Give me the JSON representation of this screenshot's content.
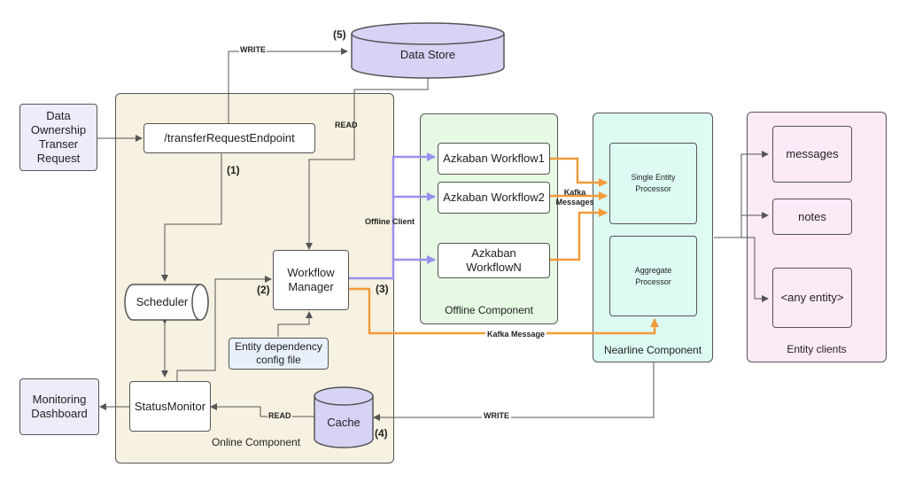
{
  "colors": {
    "online_bg": "#f6f1e0",
    "offline_bg": "#e6f9e3",
    "nearline_bg": "#ddfaf3",
    "entity_bg": "#fdeaf7",
    "input_bg": "#ececfb",
    "store_bg": "#d6d3f5",
    "file_bg": "#e8f0fb",
    "orange": "#f39a3b",
    "purple": "#9a8ff0",
    "line": "#555555"
  },
  "nodes": {
    "data_store": "Data Store",
    "request": "Data\nOwnership\nTranser\nRequest",
    "endpoint": "/transferRequestEndpoint",
    "scheduler": "Scheduler",
    "workflow_manager": "Workflow\nManager",
    "entity_dep": "Entity dependency\nconfig file",
    "status_monitor": "StatusMonitor",
    "monitoring": "Monitoring\nDashboard",
    "cache": "Cache",
    "wf1": "Azkaban Workflow1",
    "wf2": "Azkaban Workflow2",
    "wfn": "Azkaban\nWorkflowN",
    "single": "Single Entity\nProcessor",
    "aggregate": "Aggregate\nProcessor",
    "messages": "messages",
    "notes": "notes",
    "any_entity": "<any entity>"
  },
  "groups": {
    "online": "Online Component",
    "offline": "Offline Component",
    "nearline": "Nearline Component",
    "entity": "Entity clients"
  },
  "edge_labels": {
    "write_top": "WRITE",
    "read_top": "READ",
    "step1": "(1)",
    "step2": "(2)",
    "step3": "(3)",
    "step4": "(4)",
    "step5": "(5)",
    "offline_client": "Offline Client",
    "kafka_messages": "Kafka\nMessages",
    "kafka_message": "Kafka   Message",
    "read_cache": "READ",
    "write_cache": "WRITE"
  }
}
